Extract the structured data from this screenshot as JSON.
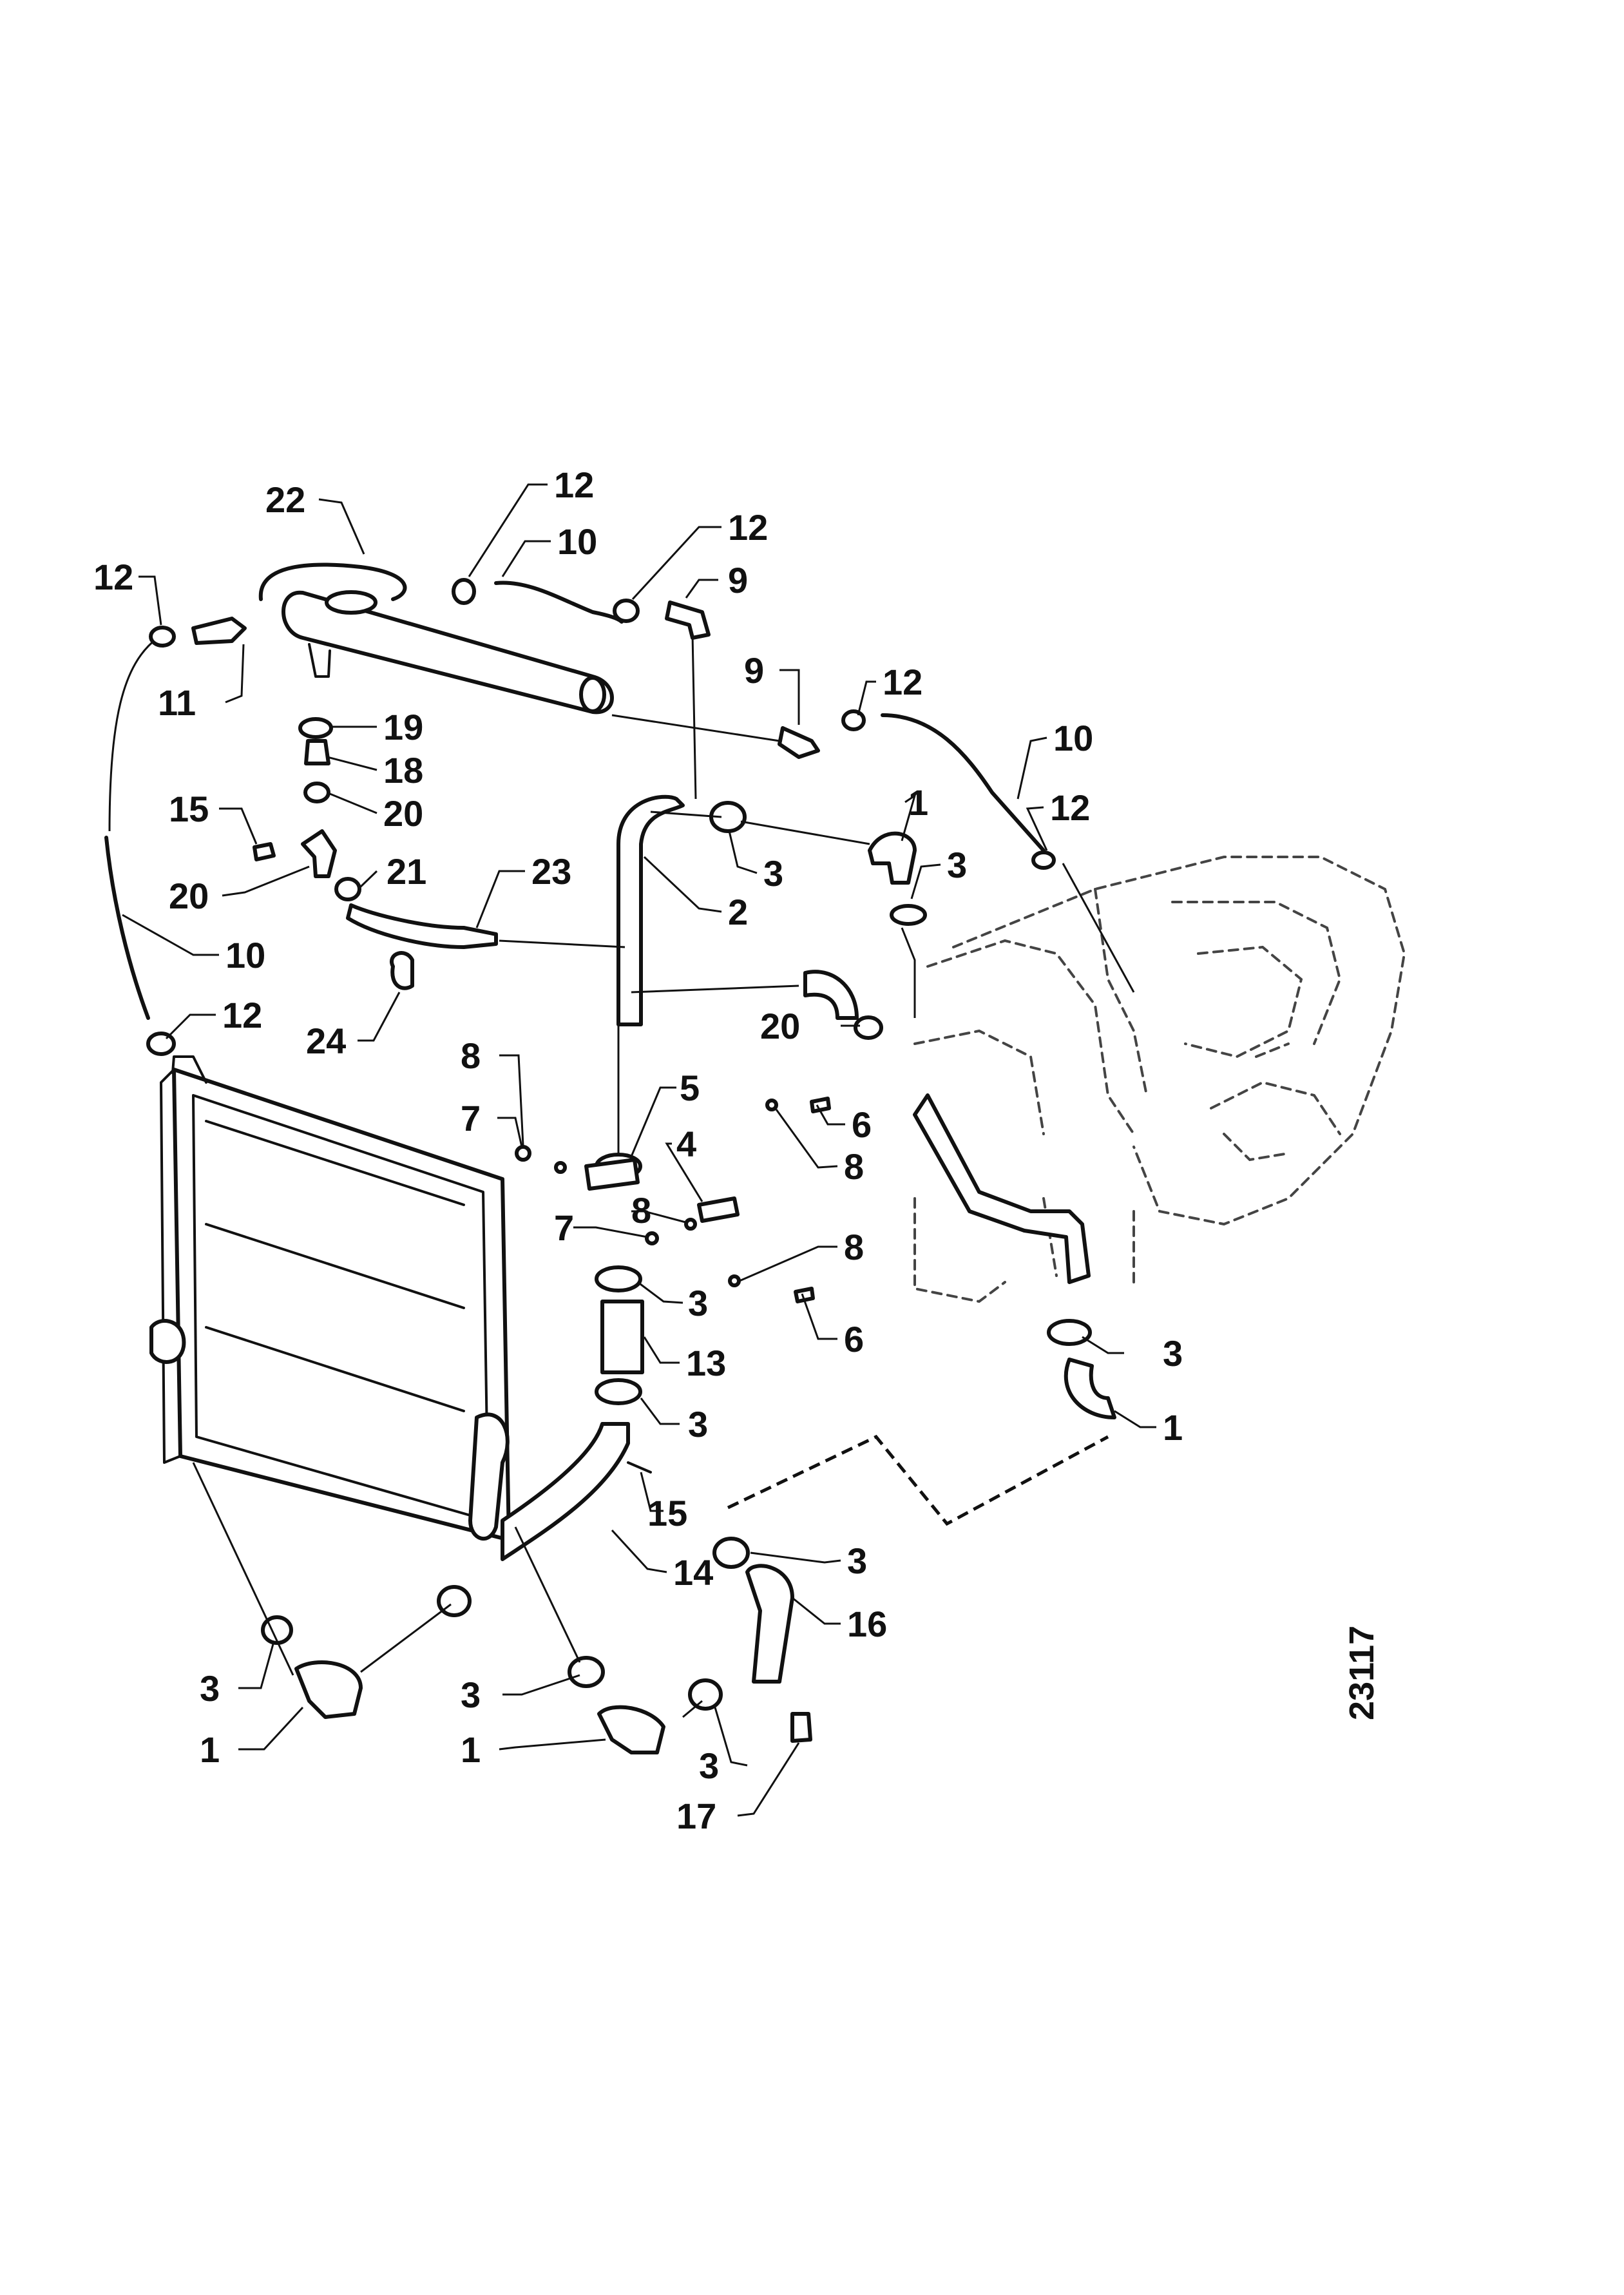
{
  "figure": {
    "number": "23117"
  },
  "callouts": [
    "22",
    "12",
    "10",
    "12",
    "9",
    "12",
    "11",
    "19",
    "18",
    "20",
    "15",
    "21",
    "20",
    "23",
    "10",
    "24",
    "12",
    "9",
    "12",
    "10",
    "1",
    "3",
    "12",
    "3",
    "2",
    "20",
    "8",
    "5",
    "7",
    "4",
    "6",
    "8",
    "7",
    "8",
    "8",
    "3",
    "6",
    "13",
    "3",
    "15",
    "14",
    "3",
    "1",
    "3",
    "16",
    "3",
    "1",
    "3",
    "1",
    "3",
    "17"
  ],
  "style": {
    "ink": "#111111",
    "background": "#ffffff"
  }
}
